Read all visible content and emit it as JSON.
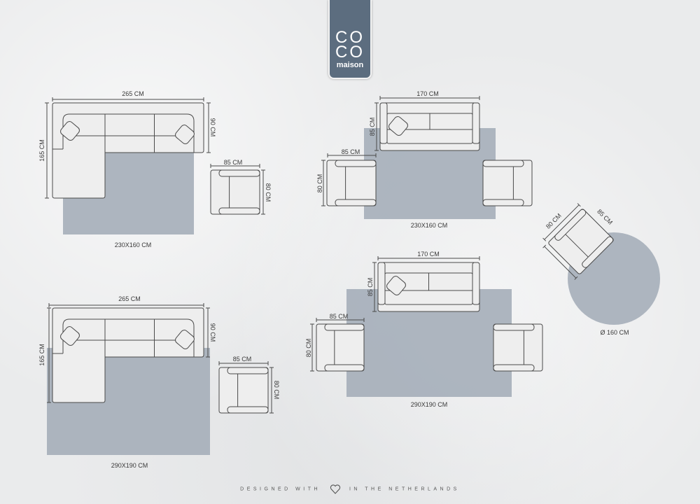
{
  "logo": {
    "line1": "CO",
    "line2": "CO",
    "brand": "maison"
  },
  "colors": {
    "rug": "#a9b1bc",
    "line": "#4a4a4a",
    "logo": "#5c6d7f"
  },
  "layouts": [
    {
      "sofa_width": "265 CM",
      "sofa_depth": "165 CM",
      "sofa_back_depth": "90 CM",
      "chair_width": "85 CM",
      "chair_depth": "80 CM",
      "rug": "230X160 CM"
    },
    {
      "sofa_width": "265 CM",
      "sofa_depth": "165 CM",
      "sofa_back_depth": "90 CM",
      "chair_width": "85 CM",
      "chair_depth": "80 CM",
      "rug": "290X190 CM"
    },
    {
      "sofa_width": "170 CM",
      "sofa_depth": "85 CM",
      "chair_width": "85 CM",
      "chair_depth": "80 CM",
      "rug": "230X160 CM"
    },
    {
      "sofa_width": "170 CM",
      "sofa_depth": "85 CM",
      "chair_width": "85 CM",
      "chair_depth": "80 CM",
      "rug": "290X190 CM"
    },
    {
      "chair_width": "85 CM",
      "chair_depth": "80 CM",
      "rug": "Ø 160 CM"
    }
  ],
  "footer": {
    "before": "DESIGNED WITH",
    "after": "IN THE NETHERLANDS",
    "icon": "heart-icon"
  }
}
